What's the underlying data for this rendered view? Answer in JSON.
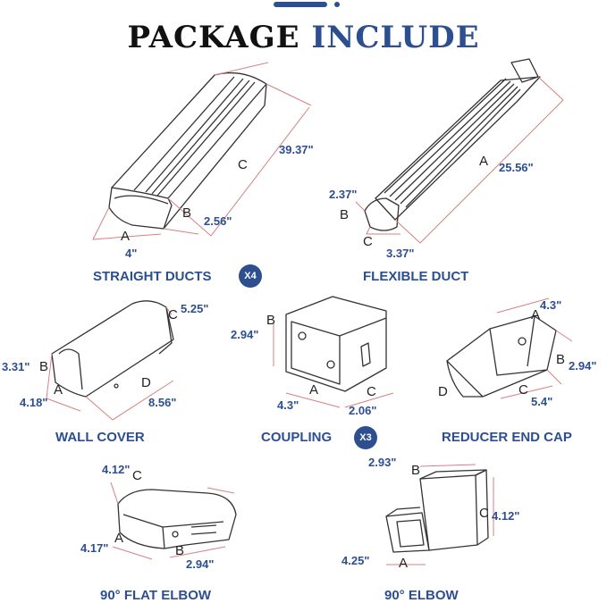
{
  "title": {
    "word1": "PACKAGE",
    "word2": "INCLUDE"
  },
  "accent_color": "#2d4f8f",
  "items": [
    {
      "name": "STRAIGHT DUCTS",
      "badge": "X4",
      "dims": [
        "39.37\"",
        "2.56\"",
        "4\""
      ],
      "letters": [
        "A",
        "B",
        "C"
      ]
    },
    {
      "name": "FLEXIBLE DUCT",
      "dims": [
        "25.56\"",
        "2.37\"",
        "3.37\""
      ],
      "letters": [
        "A",
        "B",
        "C"
      ]
    },
    {
      "name": "WALL COVER",
      "dims": [
        "5.25\"",
        "3.31\"",
        "4.18\"",
        "8.56\""
      ],
      "letters": [
        "C",
        "B",
        "A",
        "D"
      ]
    },
    {
      "name": "COUPLING",
      "badge": "X3",
      "dims": [
        "2.94\"",
        "4.3\"",
        "2.06\""
      ],
      "letters": [
        "B",
        "A",
        "C"
      ]
    },
    {
      "name": "REDUCER END CAP",
      "dims": [
        "4.3\"",
        "2.94\"",
        "5.4\""
      ],
      "letters": [
        "A",
        "B",
        "C",
        "D"
      ]
    },
    {
      "name": "90° FLAT ELBOW",
      "dims": [
        "4.12\"",
        "4.17\"",
        "2.94\""
      ],
      "letters": [
        "C",
        "A",
        "B"
      ]
    },
    {
      "name": "90° ELBOW",
      "dims": [
        "2.93\"",
        "4.12\"",
        "4.25\""
      ],
      "letters": [
        "B",
        "C",
        "A"
      ]
    }
  ]
}
